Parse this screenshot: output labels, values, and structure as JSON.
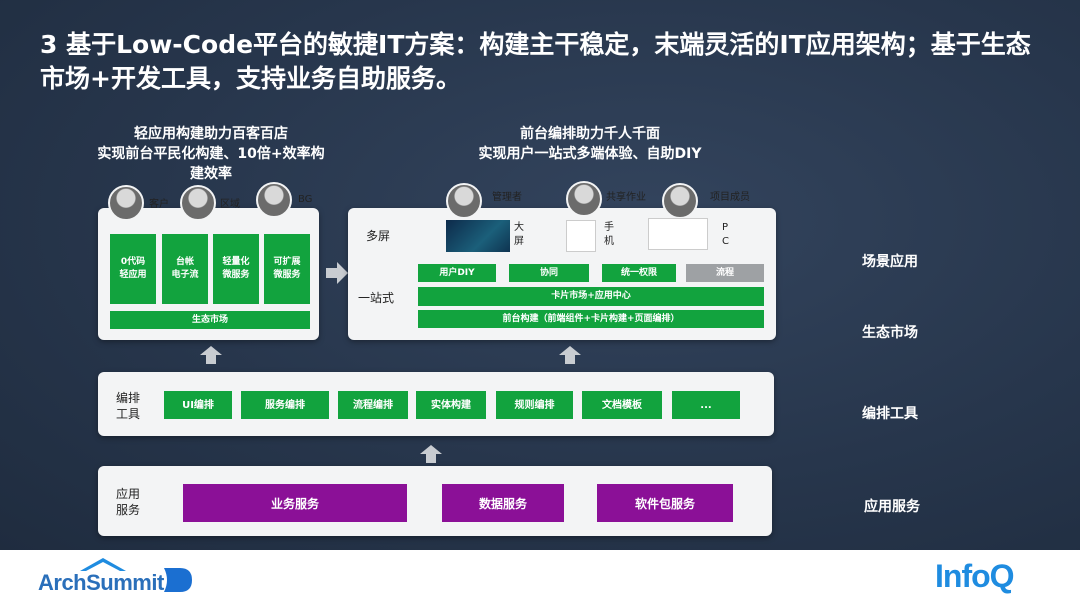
{
  "title": "3 基于Low-Code平台的敏捷IT方案：构建主干稳定，末端灵活的IT应用架构；基于生态市场+开发工具，支持业务自助服务。",
  "left_header": {
    "line1": "轻应用构建助力百客百店",
    "line2": "实现前台平民化构建、10倍+效率构建效率"
  },
  "right_header": {
    "line1": "前台编排助力千人千面",
    "line2": "实现用户一站式多端体验、自助DIY"
  },
  "left_panel": {
    "avatars": [
      "客户",
      "区域",
      "BG"
    ],
    "boxes": [
      "0代码\n轻应用",
      "台帐\n电子流",
      "轻量化\n微服务",
      "可扩展\n微服务"
    ],
    "market": "生态市场"
  },
  "right_panel": {
    "avatars": [
      "管理者",
      "共享作业",
      "项目成员"
    ],
    "multi_screen_label": "多屏",
    "screens": [
      "大\n屏",
      "手\n机",
      "P\nC"
    ],
    "one_stop_label": "一站式",
    "row1": [
      "用户DIY",
      "协同",
      "统一权限",
      "流程"
    ],
    "row2": "卡片市场+应用中心",
    "row3": "前台构建（前端组件+卡片构建+页面编排）"
  },
  "tools_panel": {
    "label": "编排\n工具",
    "items": [
      "UI编排",
      "服务编排",
      "流程编排",
      "实体构建",
      "规则编排",
      "文档模板",
      "..."
    ]
  },
  "services_panel": {
    "label": "应用\n服务",
    "items": [
      "业务服务",
      "数据服务",
      "软件包服务"
    ]
  },
  "right_labels": [
    "场景应用",
    "生态市场",
    "编排工具",
    "应用服务"
  ],
  "footer": {
    "archsummit": "ArchSummit",
    "infoq": "InfoQ"
  },
  "colors": {
    "green": "#12a33e",
    "purple": "#8b1097",
    "gray": "#9ea1a4",
    "bg": "#27364c",
    "infoq_blue": "#1f8ce0"
  }
}
